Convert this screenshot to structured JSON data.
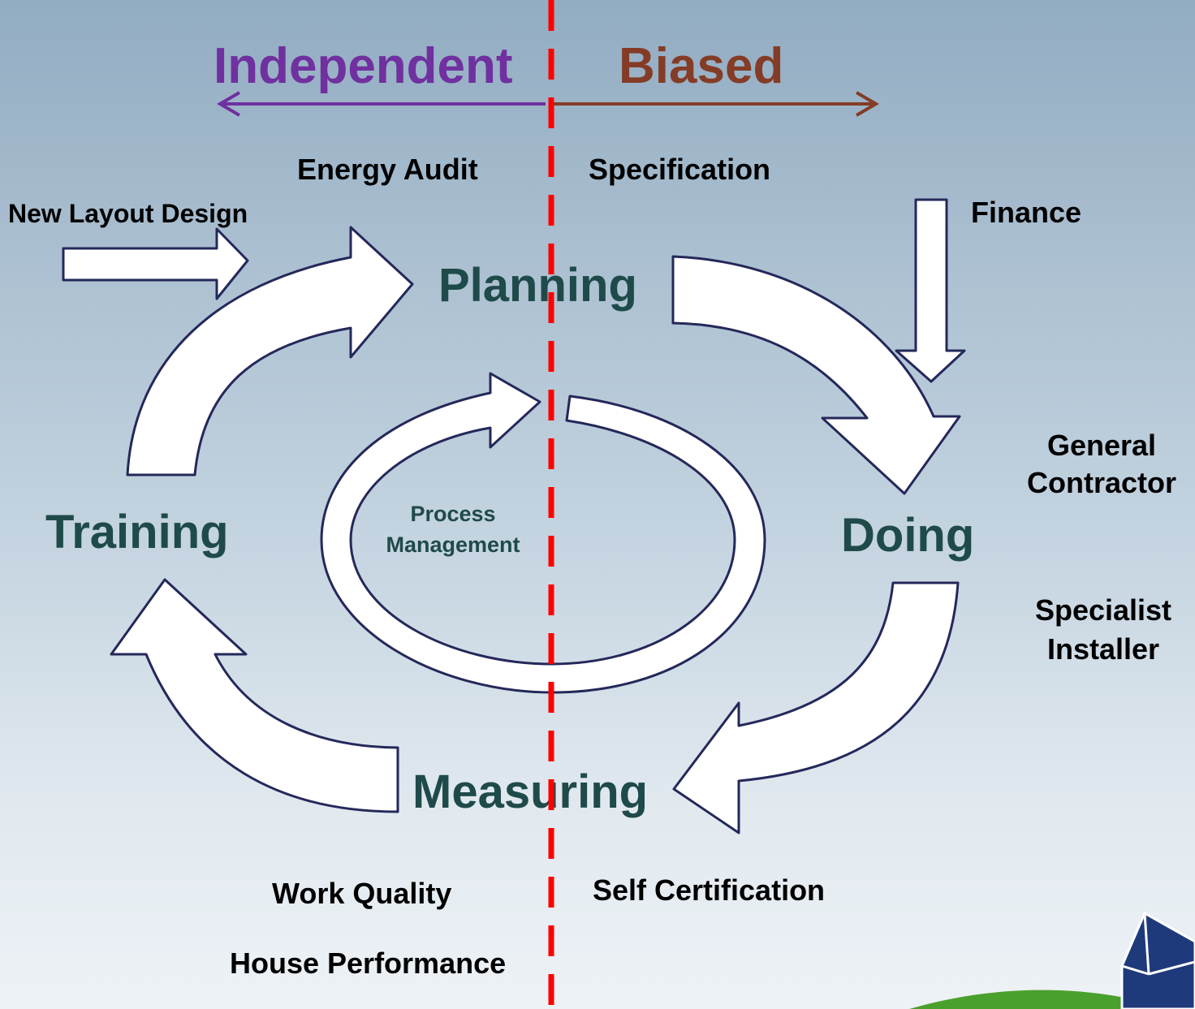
{
  "header": {
    "independent_label": "Independent",
    "biased_label": "Biased"
  },
  "stages": {
    "planning": "Planning",
    "doing": "Doing",
    "measuring": "Measuring",
    "training": "Training"
  },
  "center": {
    "line1": "Process",
    "line2": "Management"
  },
  "inputs": {
    "energy_audit": "Energy Audit",
    "specification": "Specification",
    "new_layout_design": "New Layout Design",
    "finance": "Finance",
    "general_contractor_line1": "General",
    "general_contractor_line2": "Contractor",
    "specialist_installer_line1": "Specialist",
    "specialist_installer_line2": "Installer",
    "work_quality": "Work Quality",
    "self_certification": "Self Certification",
    "house_performance": "House Performance"
  },
  "colors": {
    "independent": "#7030a0",
    "biased": "#843c26",
    "divider": "#ff0000",
    "stage_text": "#1f4a4a",
    "arrow_outline": "#24285a",
    "arrow_fill": "#ffffff",
    "logo_blue": "#1f3a7a",
    "logo_green": "#4aa02c"
  }
}
